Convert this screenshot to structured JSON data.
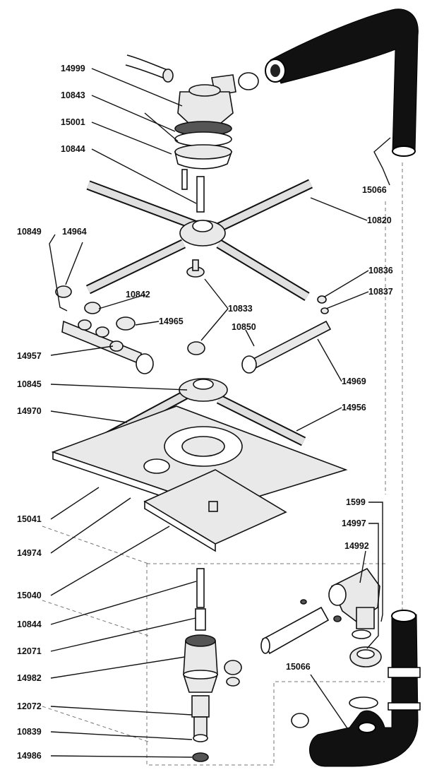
{
  "callouts": [
    {
      "id": "c-14999",
      "text": "14999"
    },
    {
      "id": "c-10843",
      "text": "10843"
    },
    {
      "id": "c-15001",
      "text": "15001"
    },
    {
      "id": "c-10844a",
      "text": "10844"
    },
    {
      "id": "c-15066a",
      "text": "15066"
    },
    {
      "id": "c-10820",
      "text": "10820"
    },
    {
      "id": "c-10849",
      "text": "10849"
    },
    {
      "id": "c-14964",
      "text": "14964"
    },
    {
      "id": "c-10836",
      "text": "10836"
    },
    {
      "id": "c-10837",
      "text": "10837"
    },
    {
      "id": "c-10842",
      "text": "10842"
    },
    {
      "id": "c-10833",
      "text": "10833"
    },
    {
      "id": "c-14965",
      "text": "14965"
    },
    {
      "id": "c-10850",
      "text": "10850"
    },
    {
      "id": "c-14957",
      "text": "14957"
    },
    {
      "id": "c-14969",
      "text": "14969"
    },
    {
      "id": "c-10845",
      "text": "10845"
    },
    {
      "id": "c-14970",
      "text": "14970"
    },
    {
      "id": "c-14956",
      "text": "14956"
    },
    {
      "id": "c-15041",
      "text": "15041"
    },
    {
      "id": "c-14974",
      "text": "14974"
    },
    {
      "id": "c-1599",
      "text": "1599"
    },
    {
      "id": "c-14997",
      "text": "14997"
    },
    {
      "id": "c-14992",
      "text": "14992"
    },
    {
      "id": "c-15040",
      "text": "15040"
    },
    {
      "id": "c-10844b",
      "text": "10844"
    },
    {
      "id": "c-12071",
      "text": "12071"
    },
    {
      "id": "c-15066b",
      "text": "15066"
    },
    {
      "id": "c-14982",
      "text": "14982"
    },
    {
      "id": "c-12072",
      "text": "12072"
    },
    {
      "id": "c-10839",
      "text": "10839"
    },
    {
      "id": "c-14986",
      "text": "14986"
    }
  ]
}
